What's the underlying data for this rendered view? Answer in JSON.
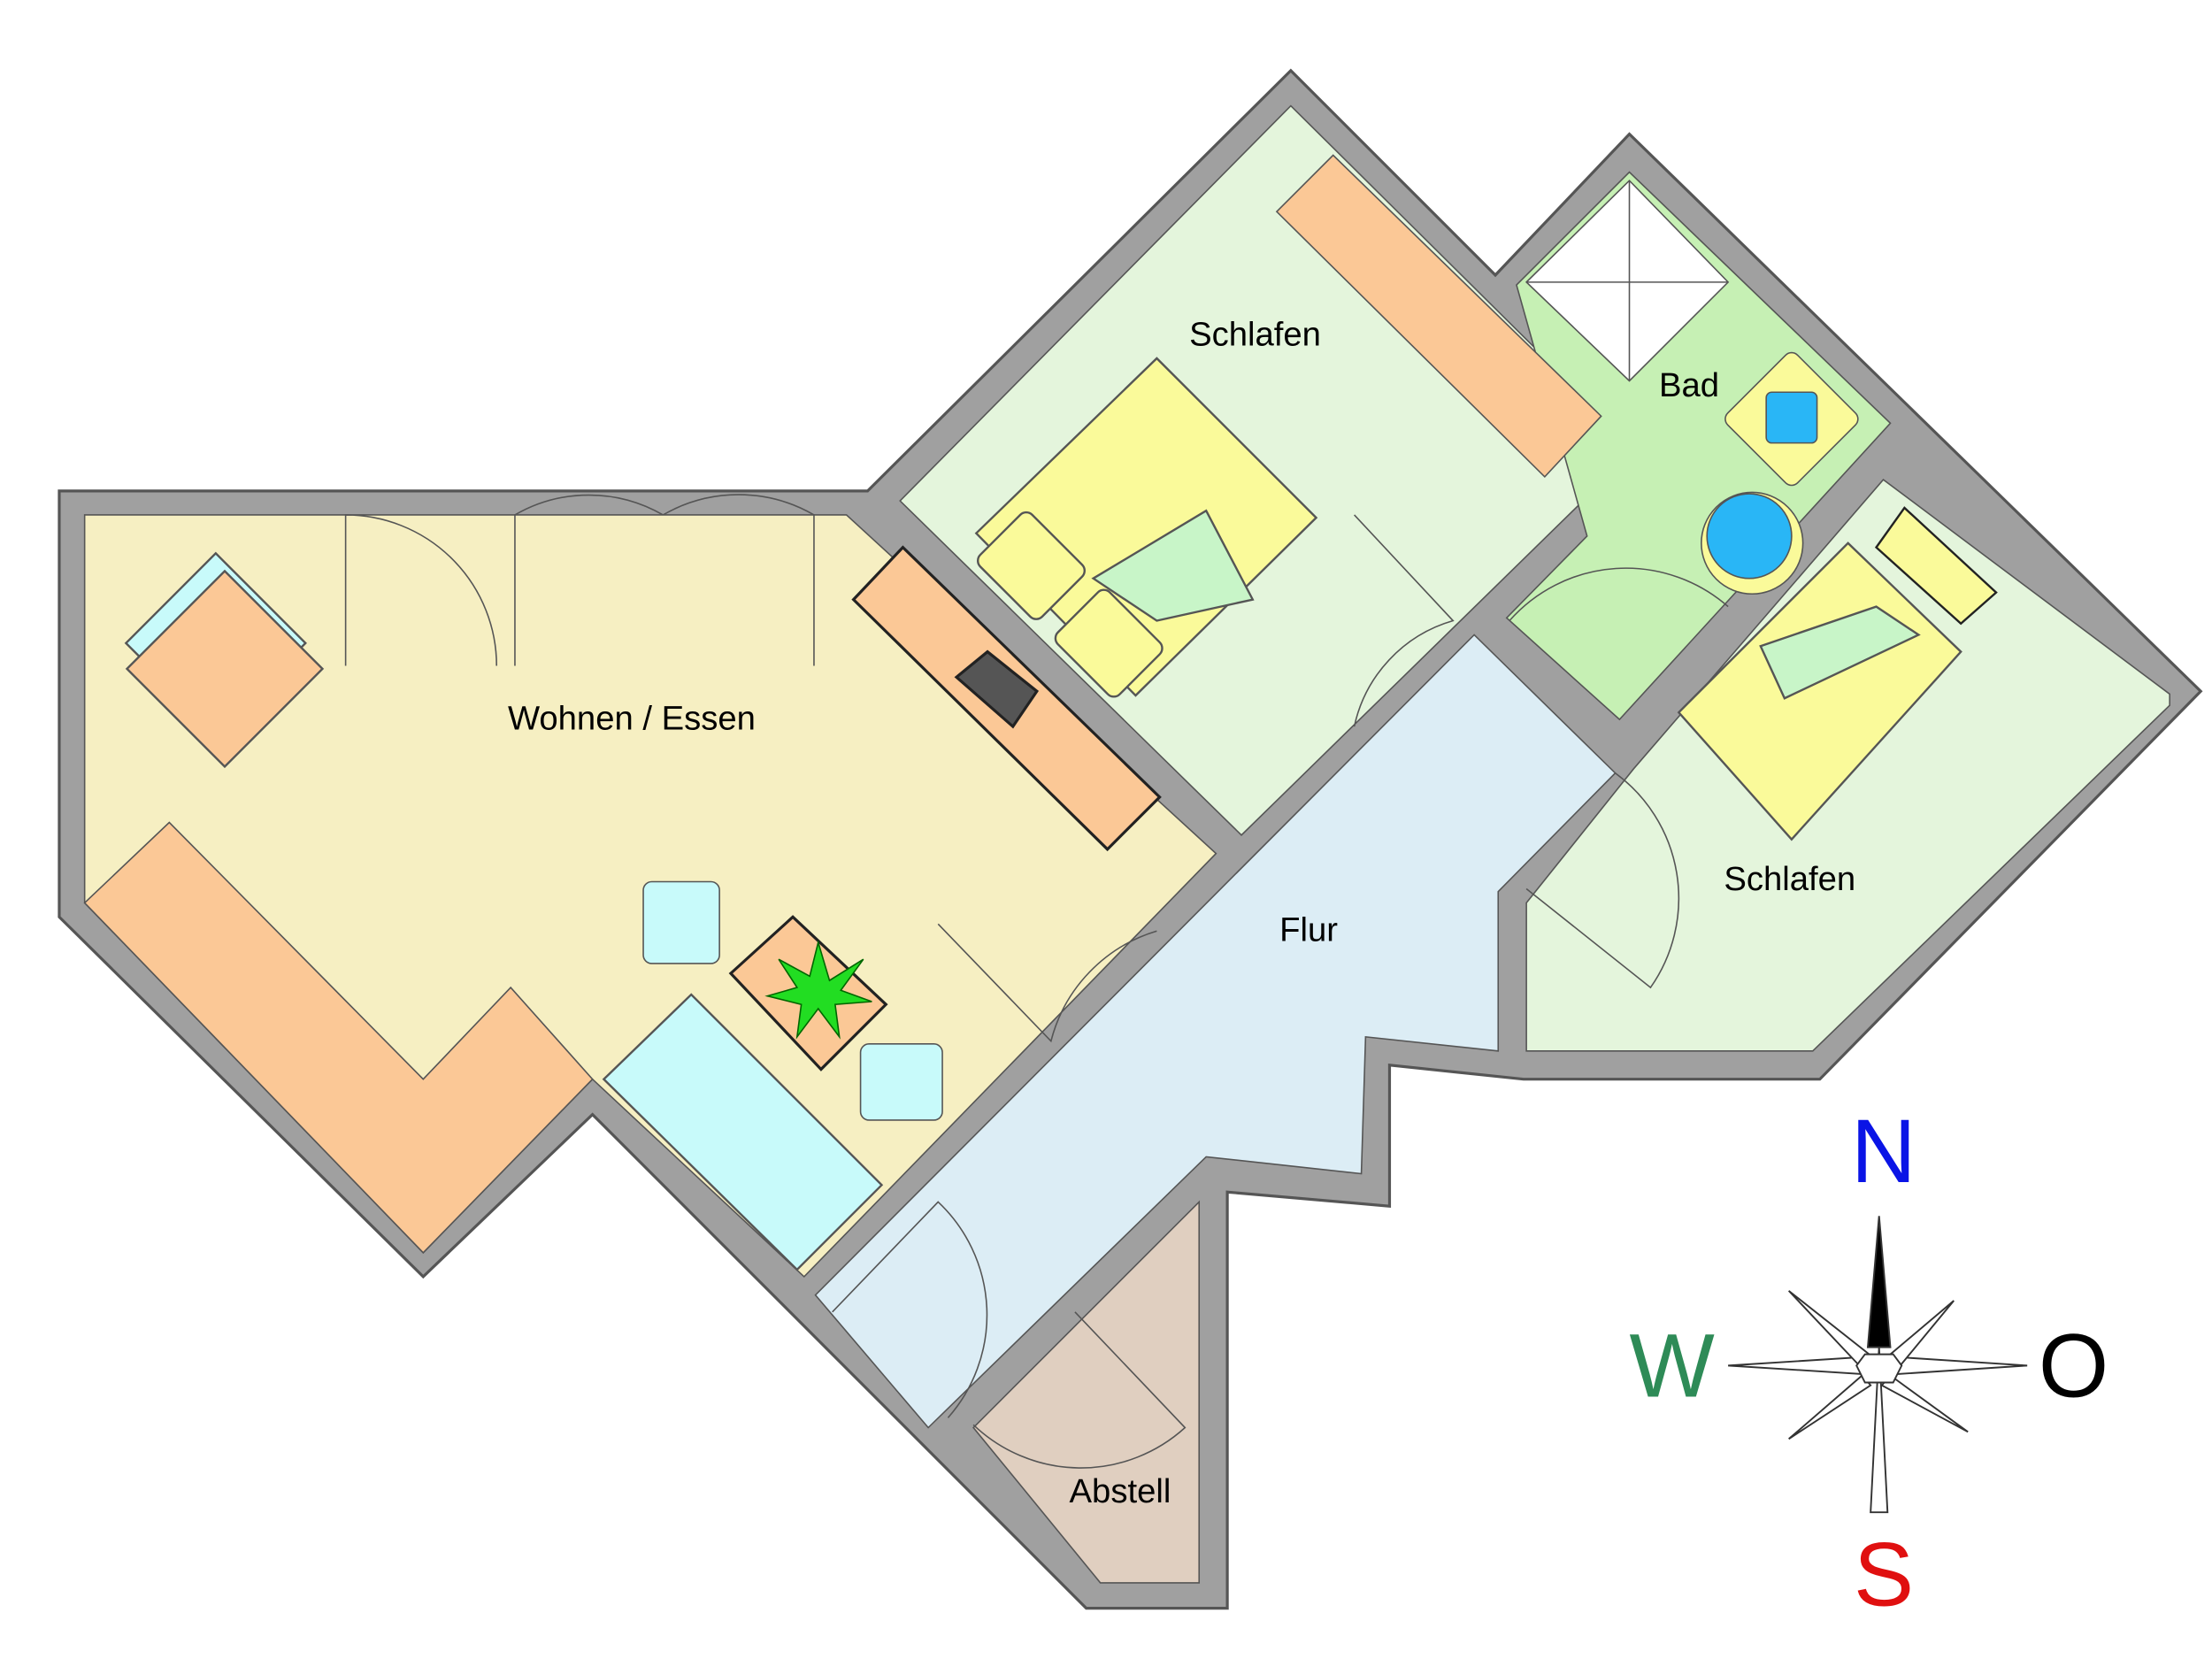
{
  "rooms": {
    "living": "Wohnen / Essen",
    "bedroom_top": "Schlafen",
    "bath": "Bad",
    "bedroom_right": "Schlafen",
    "hall": "Flur",
    "storage": "Abstell"
  },
  "compass": {
    "north": "N",
    "west": "W",
    "east": "O",
    "south": "S",
    "colors": {
      "north": "#0a14e6",
      "west": "#2e8b57",
      "east": "#000000",
      "south": "#e01010"
    }
  },
  "colors": {
    "wall": "#a0a0a0",
    "living": "#f6efc2",
    "bedroom": "#e4f5dc",
    "bath": "#c6f0b4",
    "hall": "#dcedf5",
    "storage": "#e0cfc0",
    "furniture_wood": "#fbc896",
    "bed": "#fafa9a",
    "seat": "#c8fafa"
  }
}
